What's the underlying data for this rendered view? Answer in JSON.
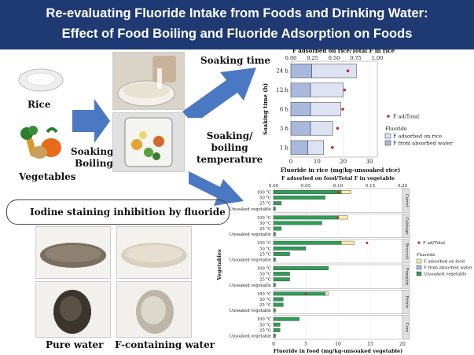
{
  "header": {
    "line1": "Re-evaluating Fluoride Intake from Foods and Drinking Water:",
    "line2": "Effect of Food Boiling and Fluoride Adsorption on Foods"
  },
  "left": {
    "rice_label": "Rice",
    "vegetables_label": "Vegetables",
    "process_label": [
      "Soaking/",
      "Boiling"
    ],
    "soaking_time_label": "Soaking time",
    "soaking_boiling_label": [
      "Soaking/",
      "boiling",
      "temperature"
    ],
    "iodine_box_label": "Iodine staining inhibition by fluoride",
    "pure_water_label": "Pure water",
    "f_water_label": "F-containing water"
  },
  "colors": {
    "header": "#1f3a73",
    "arrow": "#4a78c2",
    "adsorbed": "#dde3f3",
    "absorbed": "#a9b9dd",
    "unsoaked": "#2f9e57",
    "food_ads": "#f3f0a8",
    "point": "#c4262e"
  },
  "chart_data": [
    {
      "type": "bar",
      "orientation": "horizontal",
      "stacked": true,
      "title": "F adsorbed on rice/Total F in rice",
      "xlabel": "Fluoride in rice (mg/kg-unsoaked rice)",
      "ylabel": "Soaking time (h)",
      "categories": [
        "1 h",
        "3 h",
        "6 h",
        "12 h",
        "24 h"
      ],
      "x_ticks": [
        "0",
        "10",
        "20",
        "30"
      ],
      "top_ticks": [
        "0.00",
        "0.25",
        "0.50",
        "0.75",
        "1.00"
      ],
      "xlim": [
        0,
        33
      ],
      "series": [
        {
          "name": "F from absorbed water",
          "values": [
            6.5,
            7.5,
            7.5,
            7.5,
            8
          ]
        },
        {
          "name": "F adsorbed on rice",
          "values": [
            6,
            8.5,
            11.5,
            12.5,
            17
          ]
        }
      ],
      "ratio": {
        "name": "F ad/Total",
        "values": [
          0.48,
          0.54,
          0.6,
          0.62,
          0.66
        ]
      },
      "legend_title": "Fluoride",
      "point_legend": "F ad/Total"
    },
    {
      "type": "bar",
      "orientation": "horizontal",
      "stacked": true,
      "title": "F adsorbed on food/Total F in vegetable",
      "xlabel": "Fluoride in food (mg/kg-unsoaked vegetable)",
      "ylabel": "Vegetables",
      "x_ticks": [
        "0",
        "5",
        "10",
        "15",
        "20"
      ],
      "top_ticks": [
        "0.00",
        "0.05",
        "0.10",
        "0.15",
        "0.20"
      ],
      "xlim": [
        0,
        20
      ],
      "rows": [
        "100 °C",
        "50 °C",
        "25 °C",
        "Unsoaked vegetable"
      ],
      "legend_title": "Fluoride",
      "point_legend": "F ad/Total",
      "series_names": [
        "F adsorbed on food",
        "F from absorbed water",
        "Unsoaked vegetable"
      ],
      "groups": [
        {
          "name": "Carrot",
          "absorbed": [
            10.5,
            8,
            1.2,
            0.3
          ],
          "adsorbed": [
            1.5,
            0,
            0,
            0
          ],
          "ratio": [
            0.1,
            null,
            null,
            null
          ]
        },
        {
          "name": "Cabbage",
          "absorbed": [
            10,
            7.5,
            1.2,
            0.3
          ],
          "adsorbed": [
            1.5,
            0,
            0,
            0
          ],
          "ratio": [
            0.1,
            null,
            null,
            null
          ]
        },
        {
          "name": "Broccoli",
          "absorbed": [
            10.5,
            5,
            2.5,
            0.3
          ],
          "adsorbed": [
            2,
            0,
            0,
            0
          ],
          "ratio": [
            0.145,
            null,
            null,
            null
          ]
        },
        {
          "name": "Pumpkin",
          "absorbed": [
            8.5,
            2.5,
            2.5,
            0.3
          ],
          "adsorbed": [
            0,
            0,
            0,
            0
          ],
          "ratio": [
            null,
            null,
            null,
            null
          ]
        },
        {
          "name": "Potato",
          "absorbed": [
            8,
            1.5,
            1.5,
            0.3
          ],
          "adsorbed": [
            0.5,
            0,
            0,
            0
          ],
          "ratio": [
            0.05,
            null,
            null,
            null
          ]
        },
        {
          "name": "Corn",
          "absorbed": [
            4,
            1,
            1,
            0.3
          ],
          "adsorbed": [
            0,
            0,
            0,
            0
          ],
          "ratio": [
            null,
            null,
            null,
            null
          ]
        }
      ]
    }
  ]
}
